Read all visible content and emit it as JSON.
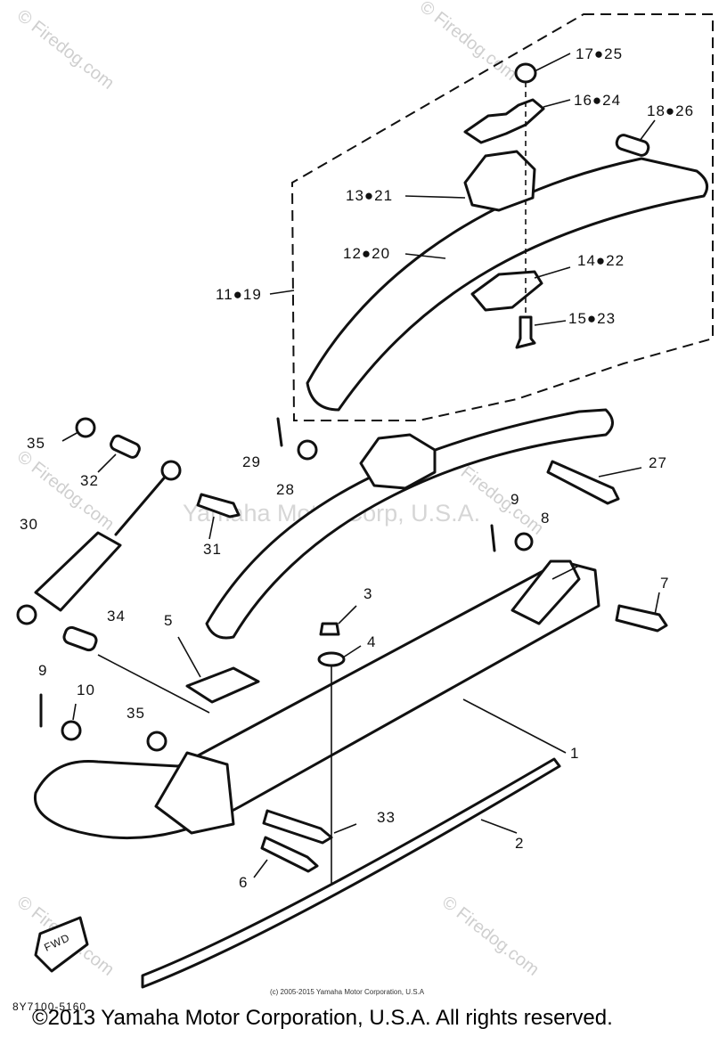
{
  "diagram": {
    "part_code": "8Y7100-5160",
    "small_copyright": "(c) 2005-2015 Yamaha Motor Corporation, U.S.A",
    "footer_copyright": "©2013 Yamaha Motor Corporation, U.S.A. All rights reserved.",
    "center_watermark": "Yamaha Motor Corp, U.S.A.",
    "watermark": "© Firedog.com",
    "fwd_label": "FWD",
    "callouts": {
      "c17_25": "17●25",
      "c16_24": "16●24",
      "c18_26": "18●26",
      "c13_21": "13●21",
      "c12_20": "12●20",
      "c14_22": "14●22",
      "c11_19": "11●19",
      "c15_23": "15●23",
      "c35a": "35",
      "c32": "32",
      "c29": "29",
      "c28": "28",
      "c27": "27",
      "c30": "30",
      "c31": "31",
      "c9a": "9",
      "c8": "8",
      "c7": "7",
      "c3": "3",
      "c34": "34",
      "c5": "5",
      "c4": "4",
      "c9b": "9",
      "c10": "10",
      "c35b": "35",
      "c1": "1",
      "c33": "33",
      "c2": "2",
      "c6": "6"
    }
  }
}
